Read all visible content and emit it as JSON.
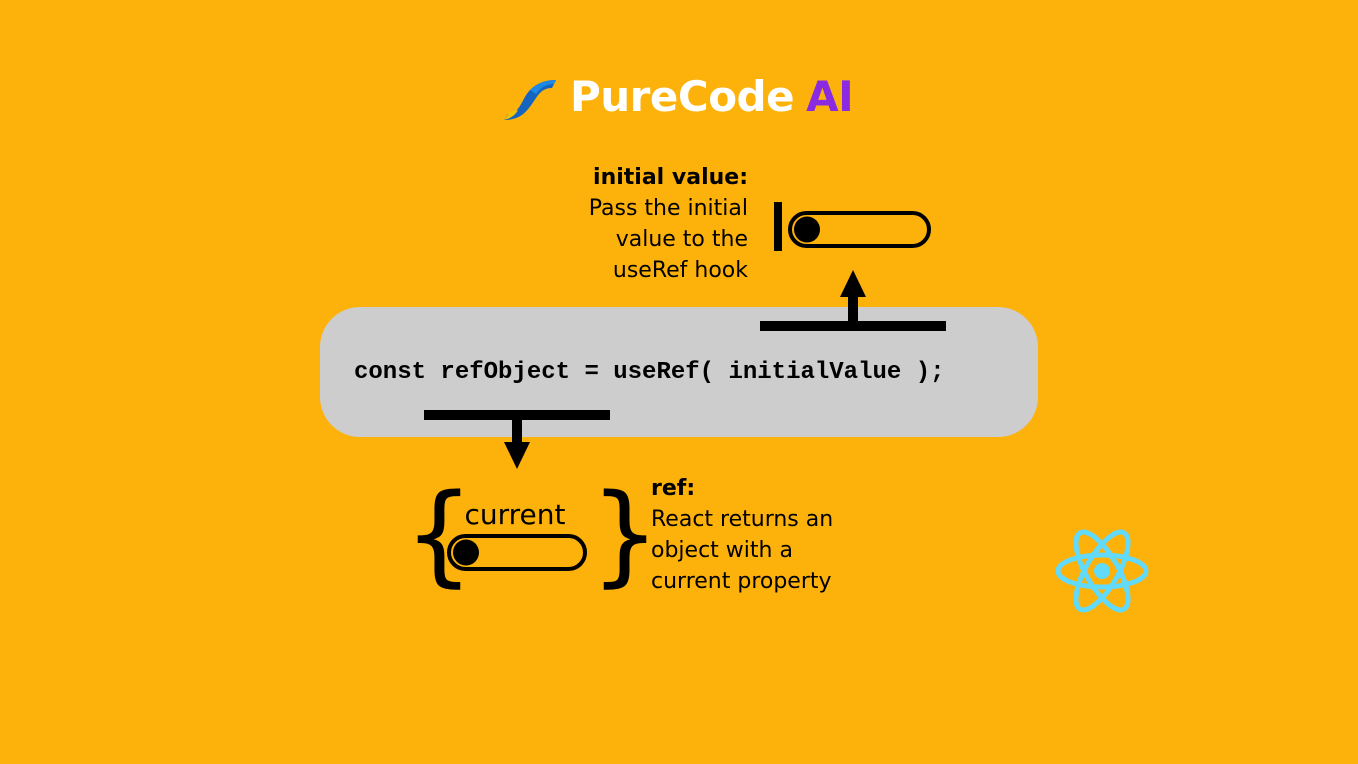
{
  "brand": {
    "name": "PureCode",
    "suffix": "AI",
    "text_color": "#ffffff",
    "suffix_color": "#8a2be2"
  },
  "colors": {
    "background": "#fdb10b",
    "code_pill": "#cdcdcd",
    "ink": "#000000",
    "react_logo": "#61dafb"
  },
  "code": {
    "statement": "const refObject = useRef( initialValue );"
  },
  "initial_value_note": {
    "heading": "initial value:",
    "lines": [
      "Pass the initial",
      "value to the",
      "useRef hook"
    ]
  },
  "ref_note": {
    "heading": "ref:",
    "lines": [
      "React returns an",
      "object with a",
      "current property"
    ]
  },
  "ref_object": {
    "property_label": "current",
    "brace_open": "{",
    "brace_close": "}"
  },
  "icons": {
    "brand_logo": "purecode-logo-icon",
    "framework_logo": "react-logo-icon",
    "initial_value_slot": "value-slot-icon",
    "current_value_slot": "value-slot-icon"
  }
}
